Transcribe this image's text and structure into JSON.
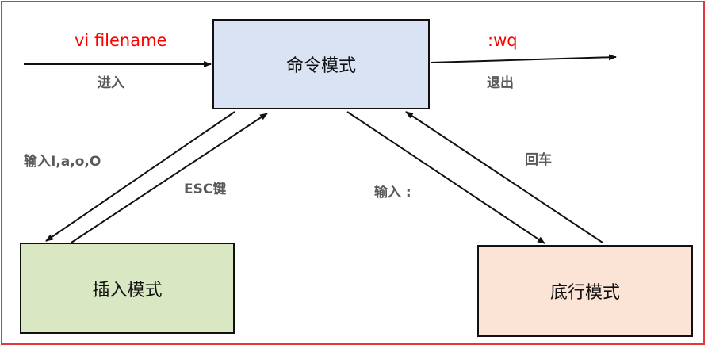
{
  "nodes": {
    "command_mode": "命令模式",
    "insert_mode": "插入模式",
    "bottom_line_mode": "底行模式"
  },
  "edges": {
    "enter_command": "vi filename",
    "enter_label": "进入",
    "quit_command": ":wq",
    "quit_label": "退出",
    "to_insert": "输入I,a,o,O",
    "to_command_from_insert": "ESC键",
    "to_bottom_line": "输入 :",
    "to_command_from_bottom": "回车"
  },
  "colors": {
    "frame_border": "#e8343a",
    "command_fill": "#dae3f3",
    "insert_fill": "#d9e7c3",
    "bottom_fill": "#fbe4d5",
    "command_text_red": "#ff0000",
    "label_gray": "#595959"
  }
}
